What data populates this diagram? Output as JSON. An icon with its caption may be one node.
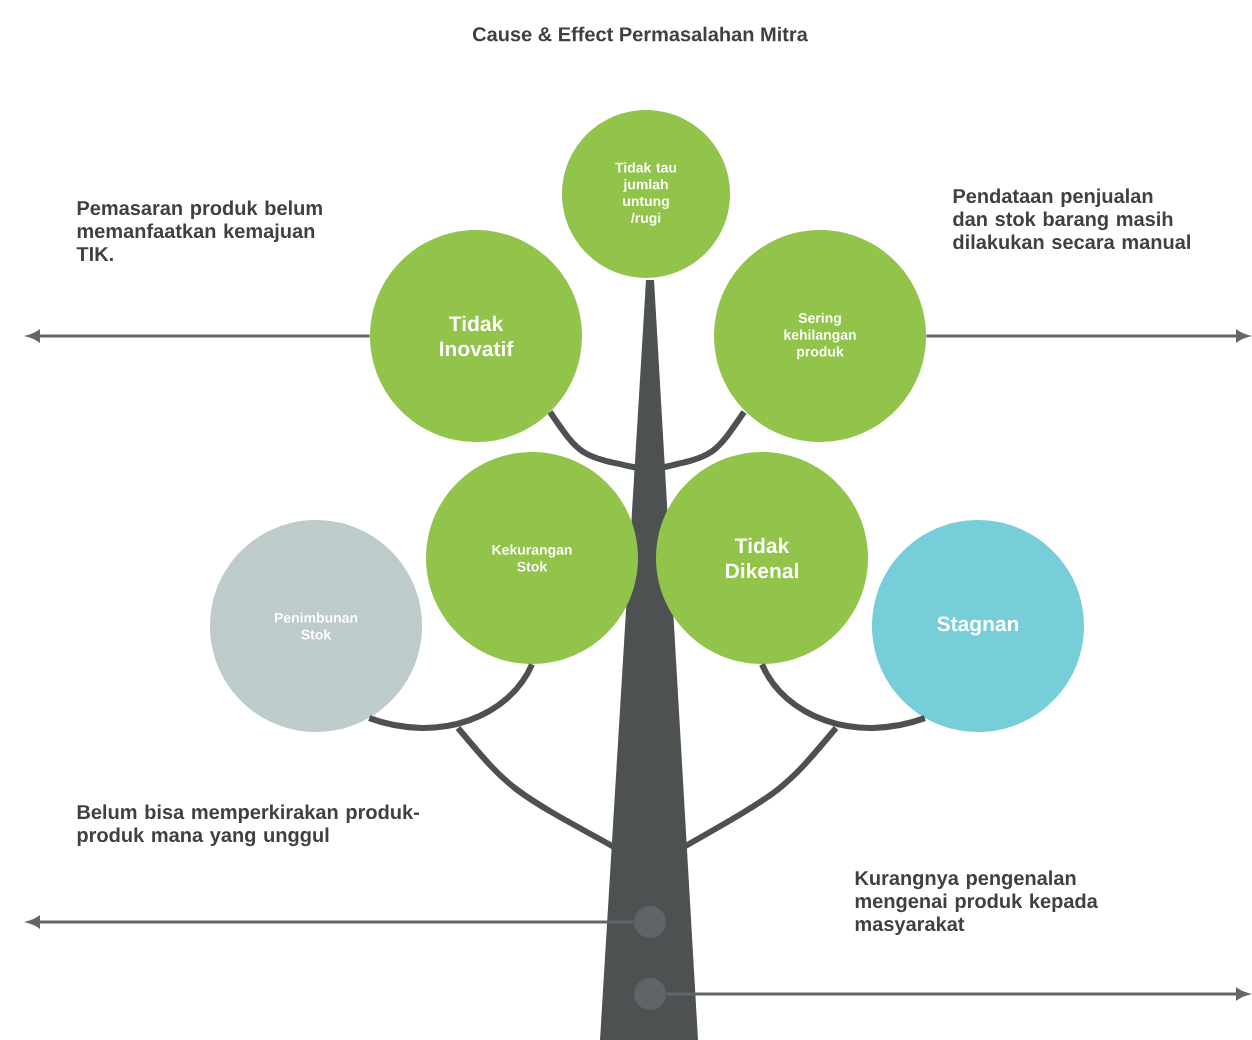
{
  "diagram": {
    "title": "Cause & Effect Permasalahan Mitra",
    "nodes": [
      {
        "text": [
          "Tidak tau jumlah untung /rugi"
        ]
      },
      {
        "text": [
          "Tidak Inovatif"
        ]
      },
      {
        "text": [
          "Sering kehilangan produk"
        ]
      },
      {
        "text": [
          "Kekurangan Stok"
        ]
      },
      {
        "text": [
          "Tidak Dikenal"
        ]
      },
      {
        "text": [
          "Penimbunan Stok"
        ]
      },
      {
        "text": [
          "Stagnan"
        ]
      },
      {
        "text": [],
        "shape": "circle"
      },
      {
        "text": [],
        "shape": "circle"
      }
    ],
    "edges": [
      {
        "from": 1,
        "to": null,
        "arrow": "to"
      },
      {
        "from": 2,
        "to": null,
        "arrow": "to"
      },
      {
        "from": 7,
        "to": null,
        "arrow": "to"
      },
      {
        "from": 8,
        "to": null,
        "arrow": "to"
      },
      {
        "from": 5,
        "to": 3,
        "arrow": "none"
      },
      {
        "from": 6,
        "to": 4,
        "arrow": "none"
      }
    ],
    "labels": [
      "Pemasaran produk belum memanfaatkan kemajuan TIK.",
      "Pendataan penjualan dan stok barang masih dilakukan secara manual",
      "Belum bisa memperkirakan produk-produk mana yang unggul",
      "Kurangnya pengenalan mengenai produk kepada masyarakat"
    ]
  }
}
